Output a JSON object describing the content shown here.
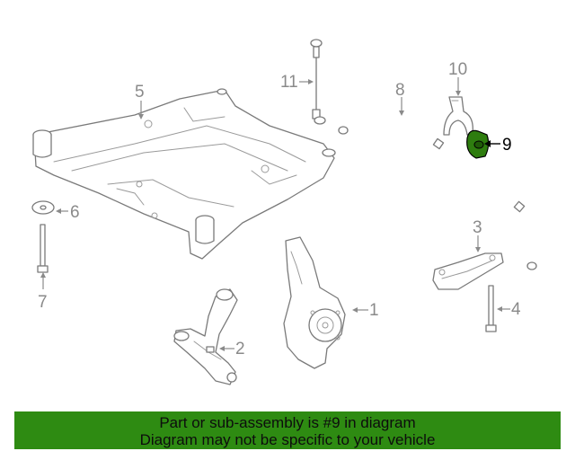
{
  "callouts": {
    "c1": "1",
    "c2": "2",
    "c3": "3",
    "c4": "4",
    "c5": "5",
    "c6": "6",
    "c7": "7",
    "c8": "8",
    "c9": "9",
    "c10": "10",
    "c11": "11"
  },
  "highlight": {
    "part_number": "9",
    "color": "#2e7d0f"
  },
  "footer": {
    "line1": "Part or sub-assembly is #9 in diagram",
    "line2": "Diagram may not be specific to your vehicle",
    "background": "#2e8b12"
  }
}
